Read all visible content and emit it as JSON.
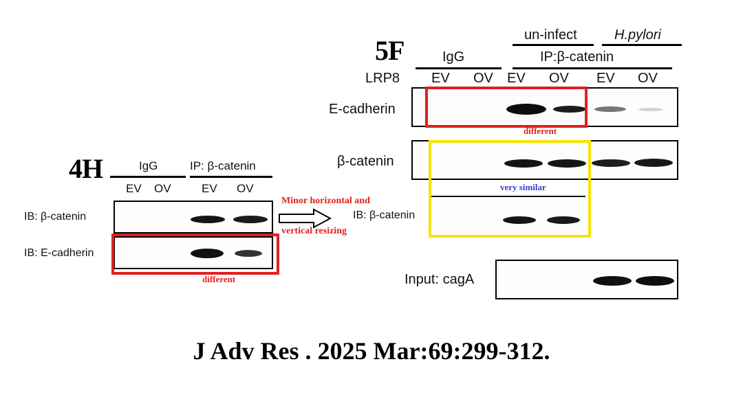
{
  "panel_4h": {
    "label": "4H",
    "igg": "IgG",
    "ip": "IP: β-catenin",
    "lanes": [
      "EV",
      "OV",
      "EV",
      "OV"
    ],
    "rows": [
      "IB: β-catenin",
      "IB: E-cadherin"
    ],
    "note_different": "different"
  },
  "arrow_note": {
    "line1": "Minor horizontal and",
    "line2": "vertical resizing"
  },
  "panel_5f": {
    "label": "5F",
    "igg": "IgG",
    "uninfect": "un-infect",
    "hpylori": "H.pylori",
    "ip": "IP:β-catenin",
    "lrp8": "LRP8",
    "lanes": [
      "EV",
      "OV",
      "EV",
      "OV",
      "EV",
      "OV"
    ],
    "rows": [
      "E-cadherin",
      "β-catenin",
      "IB: β-catenin",
      "Input: cagA"
    ],
    "note_different": "different",
    "note_similar": "very similar"
  },
  "citation": "J Adv Res . 2025 Mar:69:299-312.",
  "colors": {
    "red_box": "#e02020",
    "yellow_box": "#f5e300",
    "red_text": "#e02020",
    "blue_text": "#3a3adf"
  }
}
